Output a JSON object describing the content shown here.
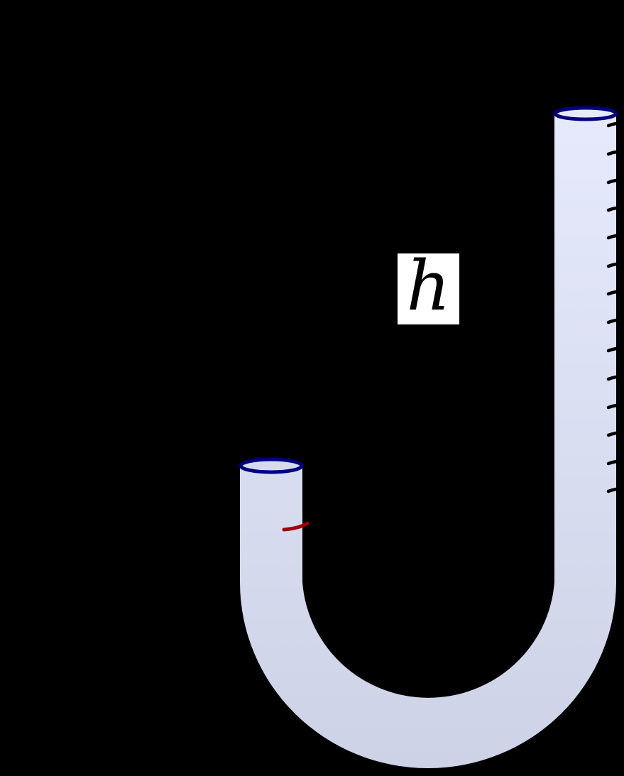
{
  "diagram": {
    "type": "J-tube manometer",
    "label": "h",
    "colors": {
      "background": "#000000",
      "tube_fill_top": "#e6eafc",
      "tube_fill_bottom": "#cdd2e6",
      "rim": "#000080",
      "marker": "#a00000",
      "ticks": "#000000",
      "label_bg": "#ffffff"
    },
    "tick_count": 14,
    "tick_y": [
      175,
      215,
      255,
      294,
      333,
      373,
      412,
      452,
      492,
      532,
      572,
      611,
      651,
      690
    ]
  }
}
